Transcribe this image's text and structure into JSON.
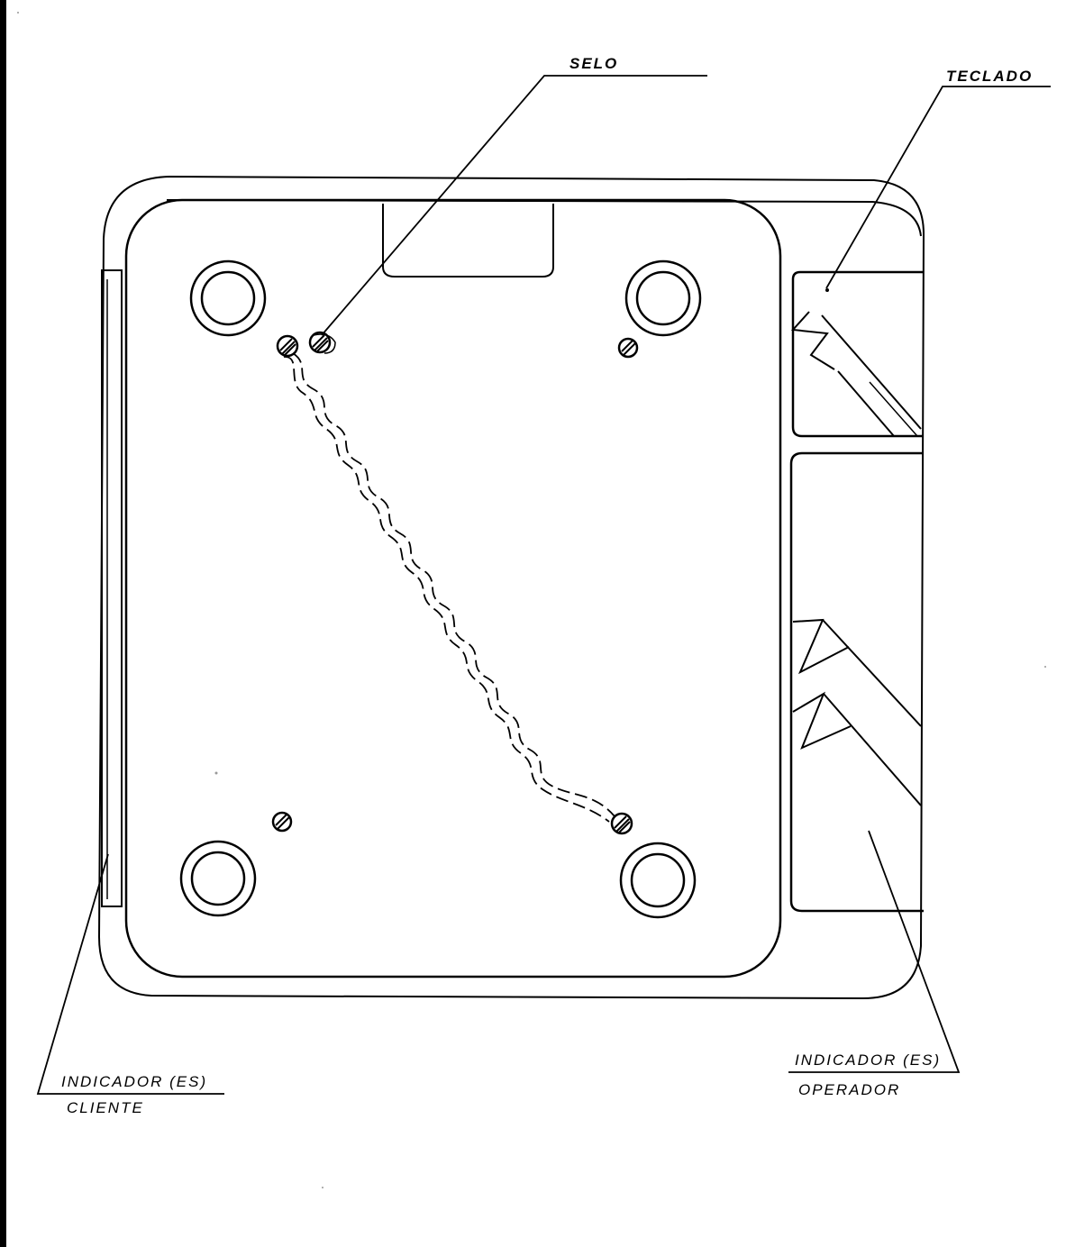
{
  "labels": {
    "seal": "SELO",
    "keyboard": "TECLADO",
    "customer_indicator_line1": "INDICADOR (ES)",
    "customer_indicator_line2": "CLIENTE",
    "operator_indicator_line1": "INDICADOR (ES)",
    "operator_indicator_line2": "OPERADOR"
  },
  "colors": {
    "ink": "#000000",
    "paper": "#ffffff"
  }
}
